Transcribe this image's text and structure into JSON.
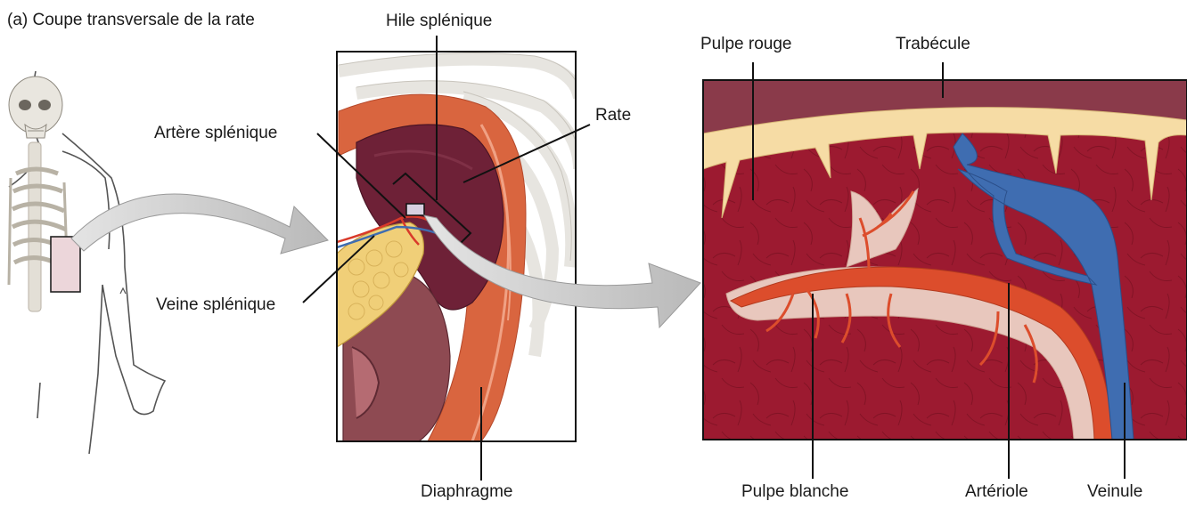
{
  "figure": {
    "caption": "(a) Coupe transversale de la rate"
  },
  "labels": {
    "hile": "Hile splénique",
    "artere": "Artère splénique",
    "rate": "Rate",
    "veine": "Veine splénique",
    "diaphragme": "Diaphragme",
    "pulpe_rouge": "Pulpe rouge",
    "trabecule": "Trabécule",
    "pulpe_blanche": "Pulpe blanche",
    "arteriole": "Artériole",
    "veinule": "Veinule"
  },
  "colors": {
    "red_pulp": "#9c1a30",
    "trabecula": "#f6dca5",
    "white_pulp": "#e8c7bd",
    "arteriole": "#dc4d2c",
    "venule": "#3f6db1",
    "spleen": "#6e2137",
    "diaphragm": "#d9653f",
    "pancreas": "#f0cf78",
    "kidney": "#8e4a52",
    "arrow": "#c9c9c9"
  }
}
